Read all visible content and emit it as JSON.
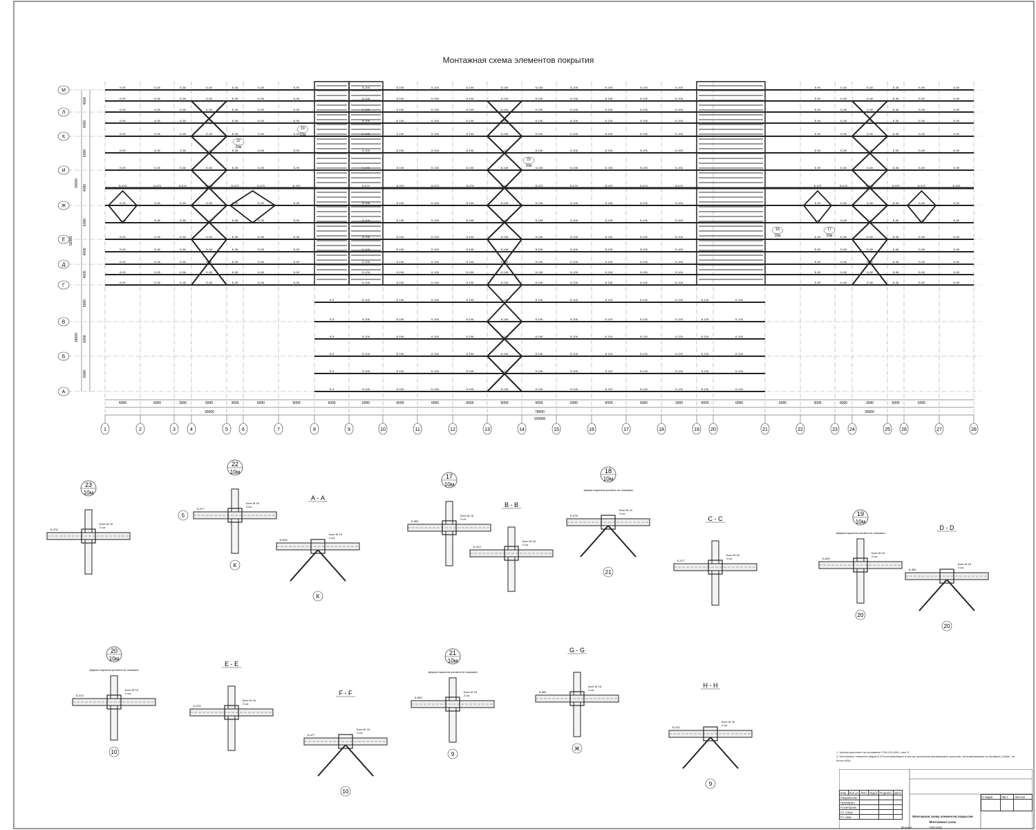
{
  "title": "Монтажная схема элементов покрытия",
  "axes": {
    "columns": [
      "1",
      "2",
      "3",
      "4",
      "5",
      "6",
      "7",
      "8",
      "9",
      "10",
      "11",
      "12",
      "13",
      "14",
      "15",
      "16",
      "17",
      "18",
      "19",
      "20",
      "21",
      "22",
      "23",
      "24",
      "25",
      "26",
      "27",
      "28"
    ],
    "rows": [
      "М",
      "Л",
      "К",
      "И",
      "Ж",
      "Е",
      "Д",
      "Г",
      "В",
      "Б",
      "А"
    ],
    "spans": [
      "6000",
      "6000",
      "3000",
      "6000",
      "3000",
      "6000",
      "6000",
      "6000",
      "6000",
      "6000",
      "6000",
      "6000",
      "6000",
      "6000",
      "6000",
      "6000",
      "6000",
      "3000",
      "6000",
      "6000",
      "6000",
      "3000",
      "6000",
      "3000",
      "6000",
      "6000"
    ],
    "totals": [
      "36000",
      "78000",
      "36000"
    ],
    "overall": "150000",
    "row_dims": [
      "4000",
      "4000",
      "6000",
      "4000",
      "6000",
      "4000",
      "4000",
      "6000",
      "6000",
      "6000"
    ],
    "left_total": "34000",
    "left_total_2": "52000",
    "lower_total": "18000"
  },
  "purlin_labels": {
    "left": [
      "Б-90",
      "Б-38",
      "Б-38",
      "Б-38",
      "Б-38",
      "Б-38",
      "Б-90"
    ],
    "middle": [
      "Б-106",
      "Б-106",
      "Б-106",
      "Б-106",
      "Б-106",
      "Б-106",
      "Б-106",
      "Б-106",
      "Б-106",
      "Б-106"
    ],
    "lower": [
      "Б-9",
      "Б-106",
      "Б-106",
      "Б-106",
      "Б-106",
      "Б-106",
      "Б-106",
      "Б-106",
      "Б-104",
      "Б-126"
    ],
    "ridge": "Б-470",
    "right": [
      "Б-90",
      "Б-38",
      "Б-38",
      "Б-38",
      "Б-38",
      "Б-90"
    ]
  },
  "callouts": [
    {
      "num": "22",
      "unit": "10м"
    },
    {
      "num": "19",
      "unit": "10м"
    },
    {
      "num": "23",
      "unit": "10м"
    },
    {
      "num": "18",
      "unit": "10м"
    },
    {
      "num": "17",
      "unit": "10м"
    }
  ],
  "details": [
    {
      "title": "23",
      "sub": "10м",
      "kind": "node"
    },
    {
      "title": "22",
      "sub": "10м",
      "kind": "node",
      "axis": "К",
      "axis2": "5"
    },
    {
      "title": "А - А",
      "kind": "section",
      "axis": "К"
    },
    {
      "title": "17",
      "sub": "10м",
      "kind": "node"
    },
    {
      "title": "В - В",
      "kind": "section"
    },
    {
      "title": "18",
      "sub": "10м",
      "note": "фермa покрытия условно не показана",
      "kind": "node",
      "axis": "21"
    },
    {
      "title": "С - С",
      "kind": "section"
    },
    {
      "title": "19",
      "sub": "10м",
      "note": "фермa покрытия условно не показана",
      "kind": "node",
      "axis": "20"
    },
    {
      "title": "D - D",
      "kind": "section",
      "axis": "20"
    },
    {
      "title": "20",
      "sub": "10м",
      "note": "фермa покрытия условно не показана",
      "kind": "node",
      "axis": "10"
    },
    {
      "title": "Е - Е",
      "kind": "section"
    },
    {
      "title": "F - F",
      "kind": "section",
      "axis": "10"
    },
    {
      "title": "21",
      "sub": "10м",
      "note": "фермa покрытия условно не показана",
      "kind": "node",
      "axis": "9"
    },
    {
      "title": "G - G",
      "kind": "section",
      "axis": "Ж"
    },
    {
      "title": "H - H",
      "kind": "section",
      "axis": "9"
    }
  ],
  "detail_labels": [
    "Болт М 16",
    "2 шт.",
    "Б-378",
    "Б-477",
    "Б-626",
    "Б-382",
    "Б-313"
  ],
  "notes": [
    "1. Чертеж выполнен на основании 1760-201-КМ1, лист 3.",
    "2. Монтажные элементы марки Б-378 устанавливать в местах крепления фахверковых прогонов, изготавливаемых из профиля [ 20Ш2, на болты М16."
  ],
  "title_block": {
    "header": [
      "Изм.",
      "Кол.уч",
      "Лист",
      "№док",
      "Подпись",
      "Дата"
    ],
    "roles": [
      "Разработал",
      "Проверил",
      "Н.контроль",
      "Гл. спец.",
      "Гл. инж."
    ],
    "stage_headers": [
      "Стадия",
      "Лист",
      "Листов"
    ],
    "drawing_name": "Монтажная схема элементов покрытия",
    "sheet_name": "Монтажные узлы",
    "format_label": "Формат",
    "format_value": "1051х841"
  }
}
